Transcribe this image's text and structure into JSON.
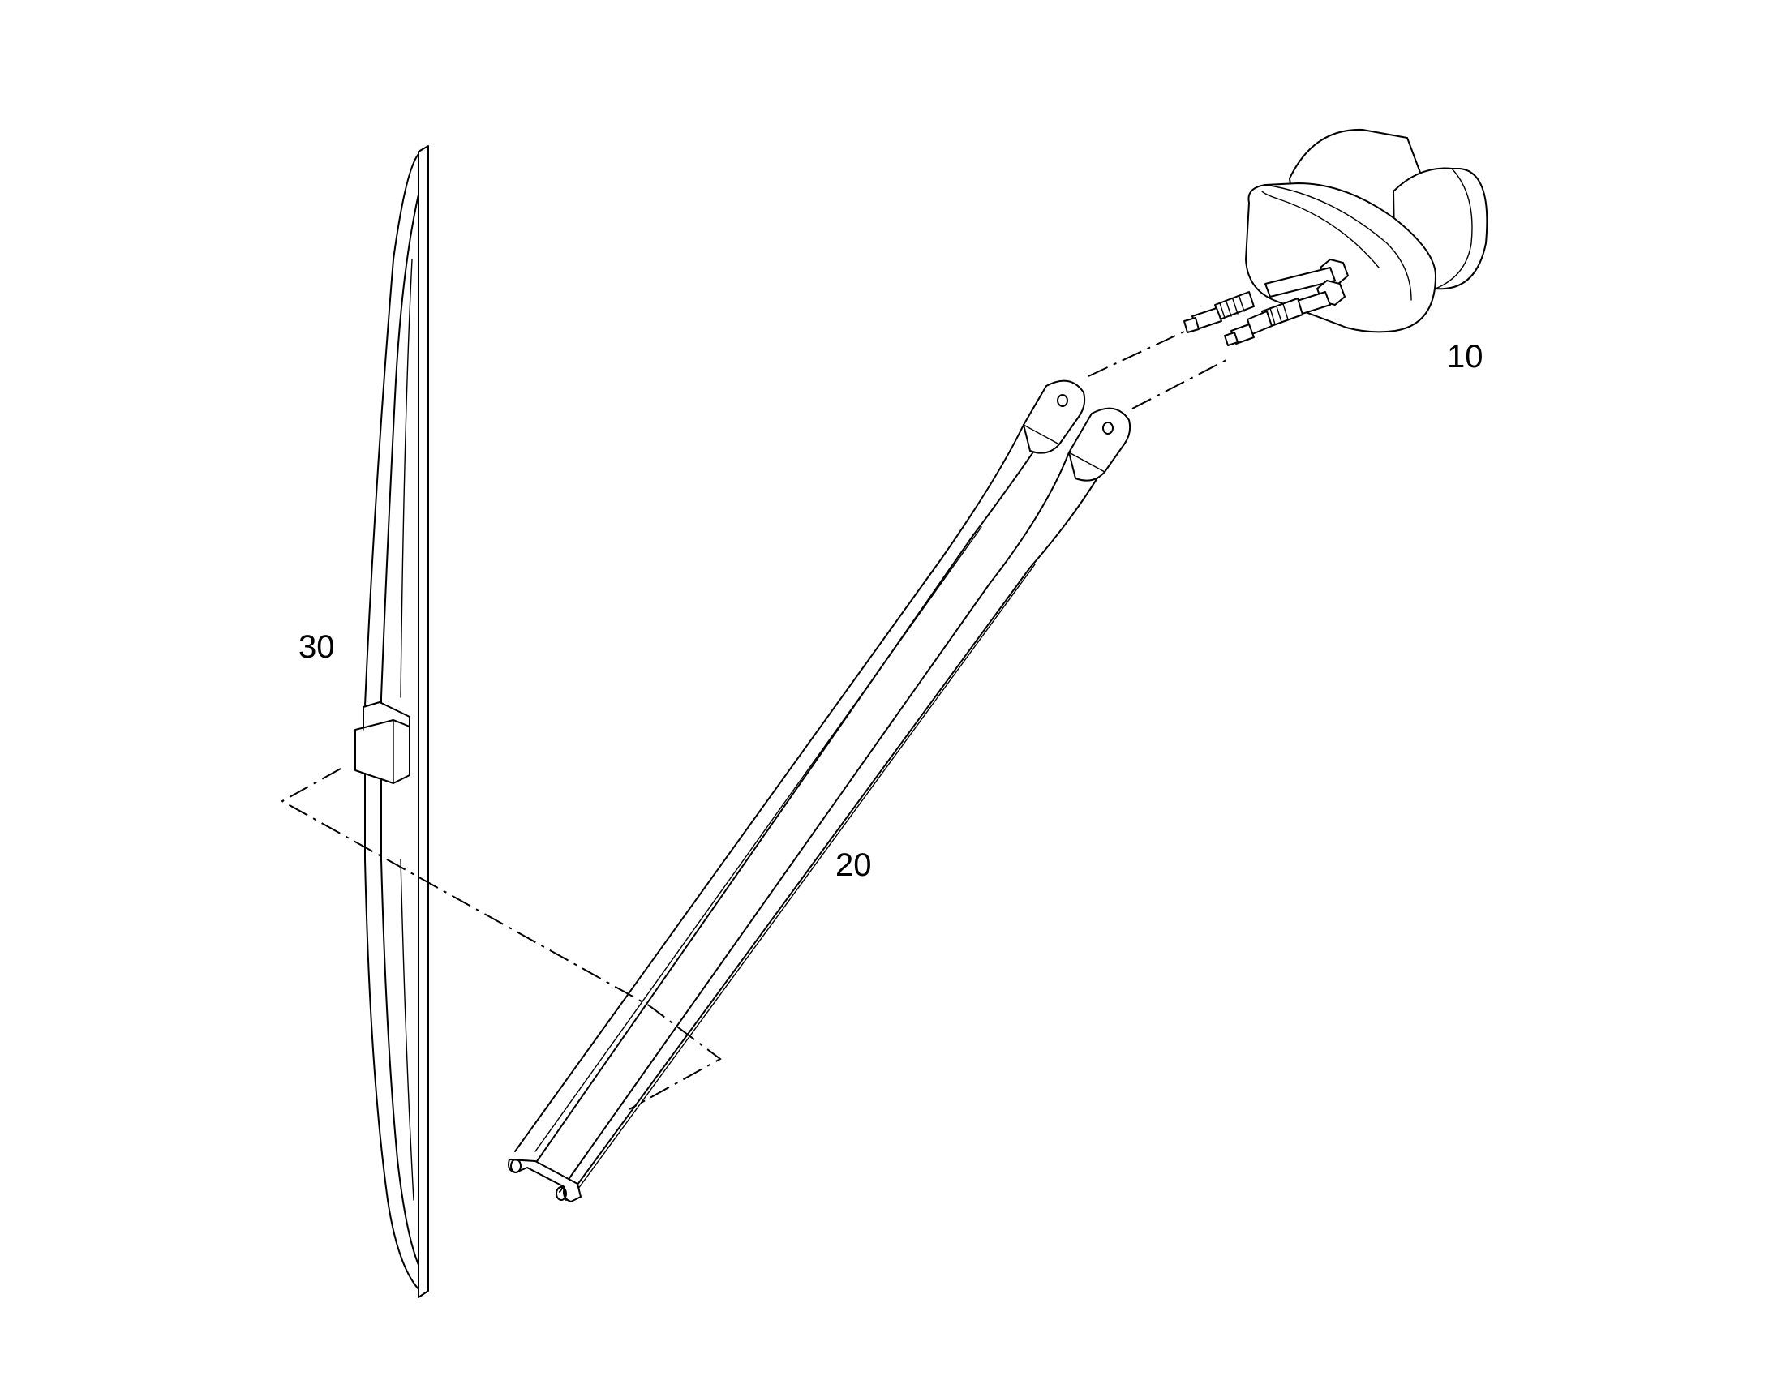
{
  "diagram": {
    "callouts": {
      "motor": "10",
      "arms": "20",
      "blade": "30"
    }
  }
}
